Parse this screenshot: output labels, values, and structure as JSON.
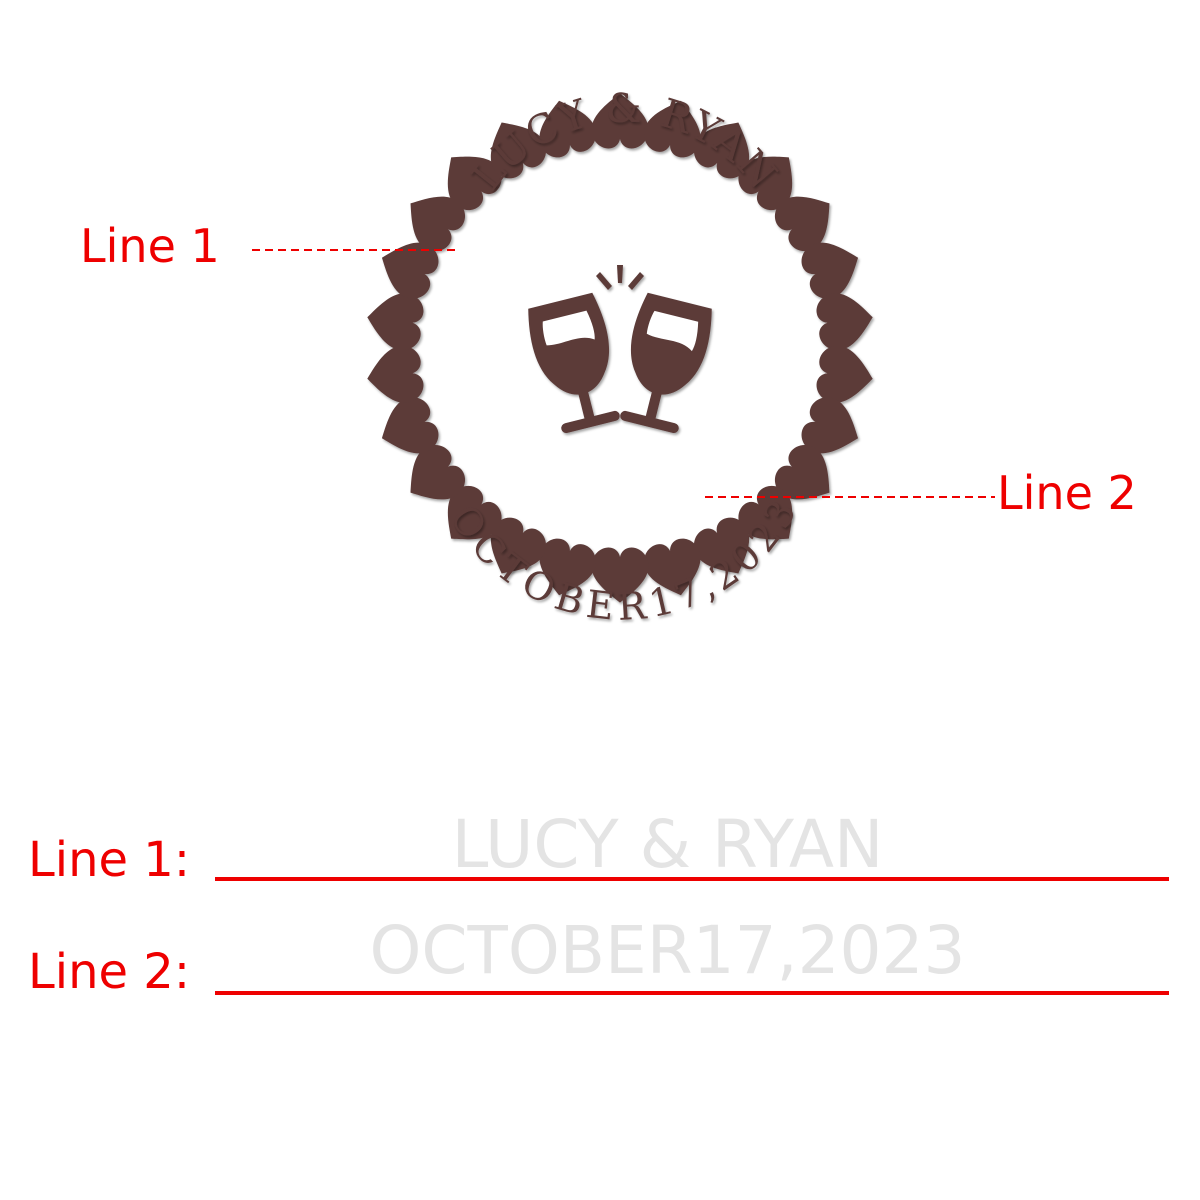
{
  "stamp": {
    "line1_text": "LUCY & RYAN",
    "line2_text": "OCTOBER17,2023",
    "ink_color": "#5b3b39",
    "center_icon": "clinking-wine-glasses-icon",
    "border_icon": "heart-icon"
  },
  "callouts": {
    "line1_label": "Line 1",
    "line2_label": "Line 2",
    "color": "#ee0000"
  },
  "form": {
    "line1_label": "Line 1:",
    "line1_value": "LUCY & RYAN",
    "line2_label": "Line 2:",
    "line2_value": "OCTOBER17,2023"
  }
}
